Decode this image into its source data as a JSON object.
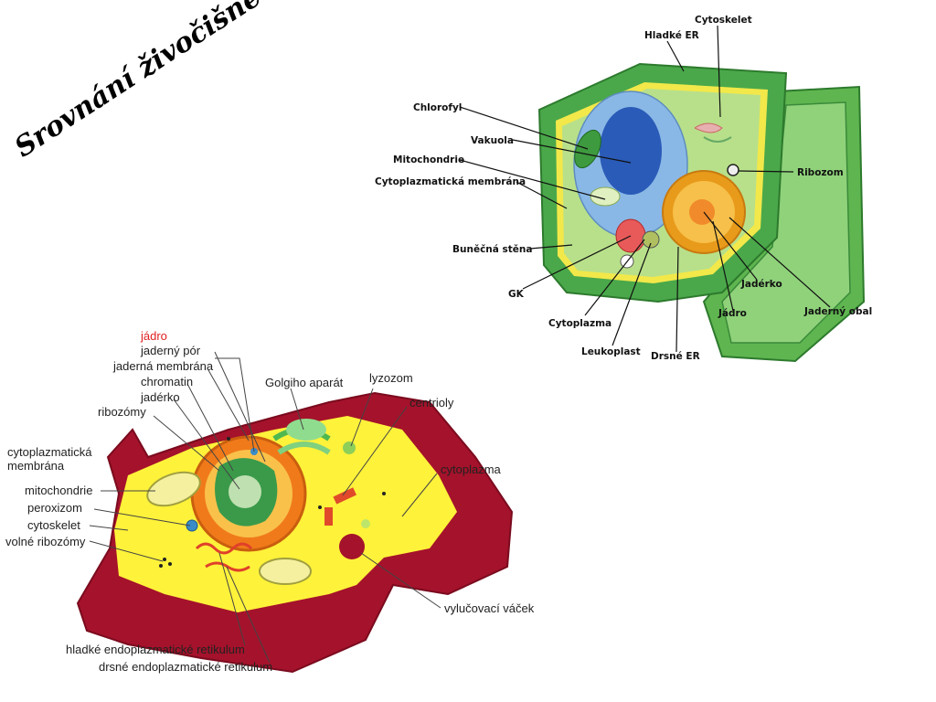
{
  "title": "Srovnání živočišné a rostlinné buňky",
  "plant_labels": {
    "cytoskelet": "Cytoskelet",
    "hladke_er": "Hladké ER",
    "chlorofyl": "Chlorofyl",
    "vakuola": "Vakuola",
    "mitochondrie": "Mitochondrie",
    "cytoplazmaticka_membrana": "Cytoplazmatická membrána",
    "ribozom": "Ribozom",
    "bunecna_stena": "Buněčná stěna",
    "gk": "GK",
    "jaderko": "Jadérko",
    "jadro": "Jádro",
    "jaderny_obal": "Jaderný obal",
    "cytoplazma": "Cytoplazma",
    "leukoplast": "Leukoplast",
    "drsne_er": "Drsné ER"
  },
  "animal_labels": {
    "jadro": "jádro",
    "jaderny_por": "jaderný pór",
    "jaderna_membrana": "jaderná membrána",
    "chromatin": "chromatin",
    "jaderko": "jadérko",
    "golgiho_aparat": "Golgiho aparát",
    "lyzozom": "lyzozom",
    "centrioly": "centrioly",
    "ribozomy": "ribozómy",
    "cytoplazmaticka_membrana_1": "cytoplazmatická",
    "cytoplazmaticka_membrana_2": "membrána",
    "cytoplazma": "cytoplazma",
    "mitochondrie": "mitochondrie",
    "peroxizom": "peroxizom",
    "cytoskelet": "cytoskelet",
    "volne_ribozomy": "volné ribozómy",
    "vylucovaci_vacek": "vylučovací váček",
    "hladke_er": "hladké endoplazmatické retikulum",
    "drsne_er": "drsné endoplazmatické retikulum"
  },
  "colors": {
    "plant_wall_dark": "#3a9a3a",
    "plant_wall_light": "#7cc96a",
    "plant_cytoplasm": "#b8e08a",
    "vacuole": "#7fb0e0",
    "vacuole_core": "#2a5bb8",
    "nucleus": "#f5a623",
    "animal_membrane": "#a0102a",
    "animal_cytoplasm": "#fff23a",
    "nucleus_green": "#3a9a4a"
  }
}
